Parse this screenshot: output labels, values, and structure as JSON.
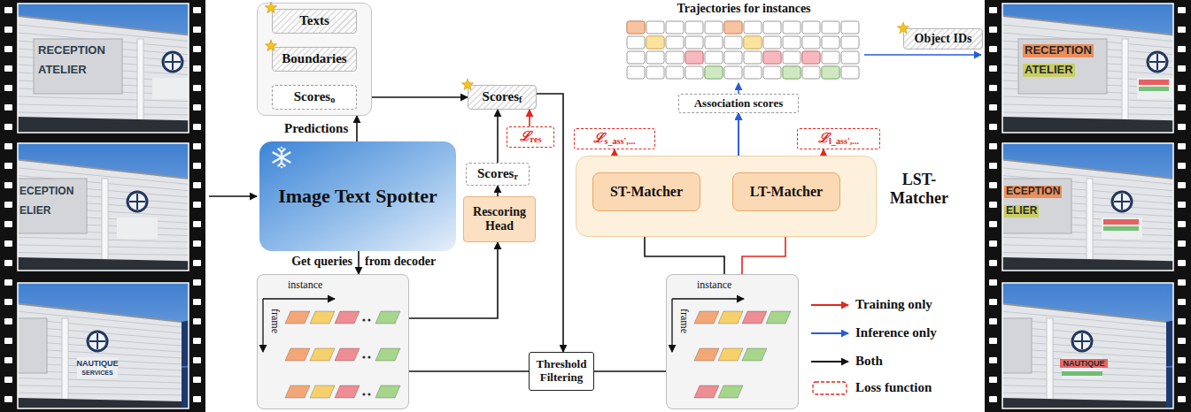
{
  "diagram": {
    "nodes": [
      {
        "text": [
          "Predictions"
        ]
      },
      {
        "text": [
          "Texts"
        ],
        "in": 0
      },
      {
        "text": [
          "Boundaries"
        ],
        "in": 0
      },
      {
        "text": [
          "Scores",
          "o"
        ],
        "in": 0
      },
      {
        "text": [
          "Image Text Spotter"
        ]
      },
      {
        "text": [
          "Scores",
          "f"
        ]
      },
      {
        "text": [
          "ℒ",
          "res"
        ]
      },
      {
        "text": [
          "Scores",
          "r"
        ]
      },
      {
        "text": [
          "Rescoring Head"
        ]
      },
      {
        "text": [
          "LST-Matcher"
        ]
      },
      {
        "text": [
          "ST-Matcher"
        ],
        "in": 9
      },
      {
        "text": [
          "LT-Matcher"
        ],
        "in": 9
      },
      {
        "text": [
          "ℒ",
          "s_ass',..."
        ]
      },
      {
        "text": [
          "ℒ",
          "l_ass',..."
        ]
      },
      {
        "text": [
          "Association scores"
        ]
      },
      {
        "text": [
          "Trajectories for instances"
        ]
      },
      {
        "text": [
          "Object IDs"
        ]
      },
      {
        "text": [
          "instance",
          "frame"
        ]
      },
      {
        "text": [
          "Threshold Filtering"
        ]
      },
      {
        "text": [
          "instance",
          "frame"
        ]
      }
    ],
    "edges": [
      {
        "from": 4,
        "to": 0,
        "arrow": "to"
      },
      {
        "from": 4,
        "to": 17,
        "arrow": "to"
      },
      {
        "from": 3,
        "to": 5,
        "arrow": "to"
      },
      {
        "from": 17,
        "to": 8,
        "arrow": "to"
      },
      {
        "from": 8,
        "to": 7,
        "arrow": "to"
      },
      {
        "from": 7,
        "to": 5,
        "arrow": "to"
      },
      {
        "from": 6,
        "to": 5,
        "arrow": "to"
      },
      {
        "from": 5,
        "to": 18,
        "arrow": "to"
      },
      {
        "from": 17,
        "to": 18,
        "arrow": "none"
      },
      {
        "from": 18,
        "to": 19,
        "arrow": "none"
      },
      {
        "from": 19,
        "to": 10,
        "arrow": "to"
      },
      {
        "from": 19,
        "to": 11,
        "arrow": "to"
      },
      {
        "from": 10,
        "to": 11,
        "arrow": "to"
      },
      {
        "from": 10,
        "to": 12,
        "arrow": "to"
      },
      {
        "from": 11,
        "to": 13,
        "arrow": "to"
      },
      {
        "from": 10,
        "to": 14,
        "arrow": "to"
      },
      {
        "from": 11,
        "to": 14,
        "arrow": "to"
      },
      {
        "from": 14,
        "to": 15,
        "arrow": "to"
      }
    ],
    "labels": [
      "RECEPTION",
      "ATELIER",
      "ECEPTION",
      "ELIER",
      "NAUTIQUE",
      "SERVICES",
      "RECEPTION",
      "ATELIER",
      "ECEPTION",
      "ELIER",
      "NAUTIQUE",
      "Get queries",
      "from decoder"
    ],
    "legend": [
      {
        "text": "Training only"
      },
      {
        "text": "Inference only"
      },
      {
        "text": "Both"
      },
      {
        "text": "Loss function"
      }
    ]
  }
}
